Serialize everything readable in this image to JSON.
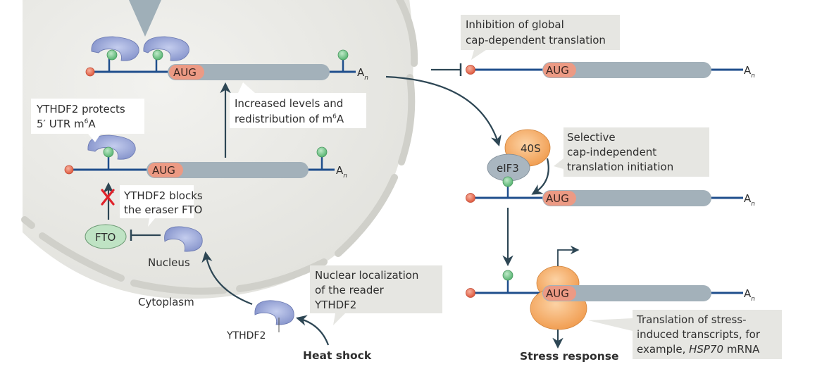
{
  "compartments": {
    "nucleus_label": "Nucleus",
    "cytoplasm_label": "Cytoplasm"
  },
  "mrna": {
    "start_codon": "AUG",
    "polyA": "A",
    "polyA_sub": "n"
  },
  "proteins": {
    "fto": "FTO",
    "ythdf2": "YTHDF2",
    "eif3": "eIF3",
    "ribosome_40s": "40S"
  },
  "callouts": {
    "protects_line1": "YTHDF2 protects",
    "protects_line2_pre": "5′ UTR m",
    "protects_line2_sup": "6",
    "protects_line2_post": "A",
    "increased_line1": "Increased levels and",
    "increased_line2_pre": "redistribution of m",
    "increased_line2_sup": "6",
    "increased_line2_post": "A",
    "blocks_line1": "YTHDF2 blocks",
    "blocks_line2": "the eraser FTO",
    "nuclear_line1": "Nuclear localization",
    "nuclear_line2": "of the reader",
    "nuclear_line3": "YTHDF2",
    "inhibition_line1": "Inhibition of global",
    "inhibition_line2": "cap-dependent translation",
    "selective_line1": "Selective",
    "selective_line2": "cap-independent",
    "selective_line3": "translation initiation",
    "translation_line1": "Translation of stress-",
    "translation_line2": "induced transcripts, for",
    "translation_line3_pre": "example, ",
    "translation_line3_italic": "HSP70",
    "translation_line3_post": " mRNA"
  },
  "triggers": {
    "heat_shock": "Heat shock",
    "stress_response": "Stress response"
  },
  "colors": {
    "mrna_line": "#1f4e8c",
    "cds_body": "#a3b1ba",
    "aug_fill": "#ec9a84",
    "cap": "#e8705a",
    "m6a": "#7fcb93",
    "ythdf2": "#8f9dd0",
    "ribosome": "#f4a65c",
    "eif3": "#a9b6c0",
    "fto": "#bfe3c4",
    "nucleus": "#e9e9e5",
    "callout_bg": "#e6e6e2",
    "arrow": "#2d4654",
    "block_x": "#e0232b"
  }
}
